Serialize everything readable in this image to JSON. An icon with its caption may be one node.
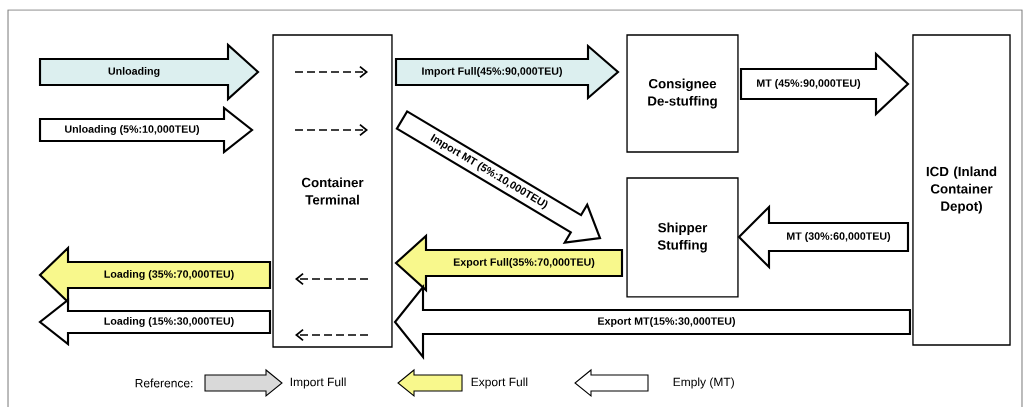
{
  "diagram": {
    "nodes": [
      {
        "text": [
          "Container Terminal"
        ]
      },
      {
        "text": [
          "Consignee De-stuffing"
        ]
      },
      {
        "text": [
          "Shipper Stuffing"
        ]
      },
      {
        "text": [
          "ICD (Inland Container Depot)"
        ]
      }
    ],
    "edges": [
      {
        "from": null,
        "to": 0,
        "arrow": "to",
        "label": "Unloading",
        "color": "#dcefef"
      },
      {
        "from": null,
        "to": 0,
        "arrow": "to",
        "label": "Unloading (5%:10,000TEU)"
      },
      {
        "from": 0,
        "to": 1,
        "arrow": "to",
        "label": "Import Full(45%:90,000TEU)",
        "color": "#dcefef"
      },
      {
        "from": 1,
        "to": 3,
        "arrow": "to",
        "label": "MT (45%:90,000TEU)"
      },
      {
        "from": 0,
        "to": 2,
        "arrow": "to",
        "label": "Import MT (5%:10,000TEU)"
      },
      {
        "from": 3,
        "to": 2,
        "arrow": "to",
        "label": "MT (30%:60,000TEU)"
      },
      {
        "from": 2,
        "to": 0,
        "arrow": "to",
        "label": "Export Full(35%:70,000TEU)",
        "color": "#f8f88c"
      },
      {
        "from": 0,
        "to": null,
        "arrow": "to",
        "label": "Loading (35%:70,000TEU)",
        "color": "#f8f88c"
      },
      {
        "from": 0,
        "to": null,
        "arrow": "to",
        "label": "Loading (15%:30,000TEU)"
      },
      {
        "from": 3,
        "to": 0,
        "arrow": "to",
        "label": "Export MT(15%:30,000TEU)"
      }
    ],
    "labels": [
      "Reference:"
    ],
    "legend": [
      {
        "text": "Import Full",
        "color": "#d9d9d9"
      },
      {
        "text": "Export Full",
        "color": "#f8f88c"
      },
      {
        "text": "Emply (MT)"
      }
    ]
  }
}
